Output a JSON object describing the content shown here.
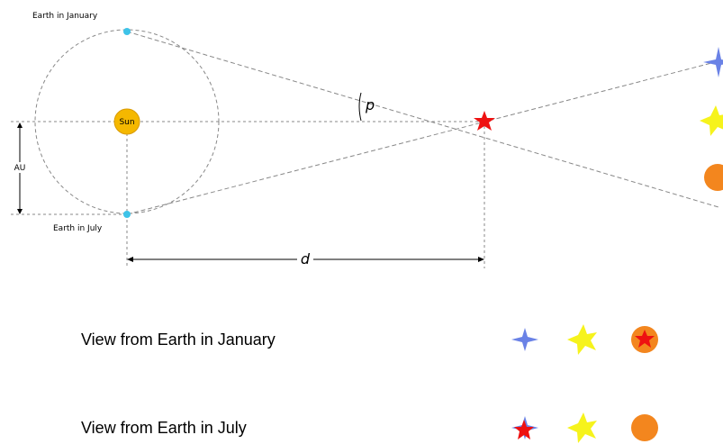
{
  "labels": {
    "earth_january": "Earth in January",
    "earth_july": "Earth in July",
    "sun": "Sun",
    "au": "AU",
    "parallax": "p",
    "distance": "d"
  },
  "captions": {
    "january_view": "View from Earth in January",
    "july_view": "View from Earth in July"
  },
  "colors": {
    "earth": "#3ec3e8",
    "sun": "#f5b800",
    "near_star": "#ee1111",
    "blue_star": "#6a82e6",
    "yellow_star": "#f6f31c",
    "orange_star": "#f3861e",
    "guide_line": "#888888"
  },
  "icons": [
    "earth-dot",
    "sun-disc",
    "red-star",
    "blue-four-point-star",
    "yellow-star",
    "orange-circle"
  ]
}
